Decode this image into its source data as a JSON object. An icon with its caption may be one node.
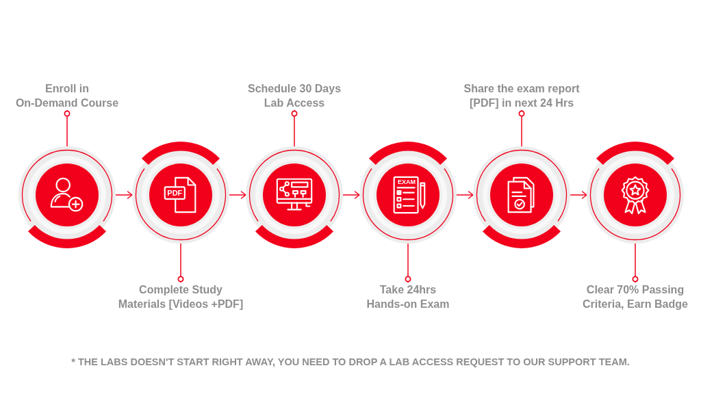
{
  "diagram": {
    "nodes": [
      {
        "text": [
          "Enroll in On-Demand Course"
        ]
      },
      {
        "text": [],
        "shape": "circle"
      },
      {
        "text": [
          "Complete Study Materials [Videos +PDF]"
        ]
      },
      {
        "text": [],
        "shape": "circle"
      },
      {
        "text": [
          "Schedule 30 Days Lab Access"
        ]
      },
      {
        "text": [],
        "shape": "circle"
      },
      {
        "text": [
          "Take 24hrs Hands-on Exam"
        ]
      },
      {
        "text": [],
        "shape": "circle"
      },
      {
        "text": [
          "Share the exam report [PDF] in next 24 Hrs"
        ]
      },
      {
        "text": [],
        "shape": "circle"
      },
      {
        "text": [
          "Clear 70% Passing Criteria, Earn Badge"
        ]
      },
      {
        "text": [],
        "shape": "circle"
      }
    ],
    "edges": [
      {
        "from": 0,
        "to": 1,
        "arrow": "other"
      },
      {
        "from": 2,
        "to": 3,
        "arrow": "other"
      },
      {
        "from": 4,
        "to": 5,
        "arrow": "other"
      },
      {
        "from": 6,
        "to": 7,
        "arrow": "other"
      },
      {
        "from": 8,
        "to": 9,
        "arrow": "other"
      },
      {
        "from": 10,
        "to": 11,
        "arrow": "other"
      },
      {
        "from": 1,
        "to": 3,
        "arrow": "to"
      },
      {
        "from": 3,
        "to": 5,
        "arrow": "to"
      },
      {
        "from": 5,
        "to": 7,
        "arrow": "to"
      },
      {
        "from": 7,
        "to": 9,
        "arrow": "to"
      },
      {
        "from": 9,
        "to": 11,
        "arrow": "to"
      }
    ],
    "labels": [
      "PDF",
      "EXAM",
      "* THE LABS DOESN'T START RIGHT AWAY, YOU NEED TO DROP A LAB ACCESS REQUEST TO OUR SUPPORT TEAM."
    ]
  }
}
